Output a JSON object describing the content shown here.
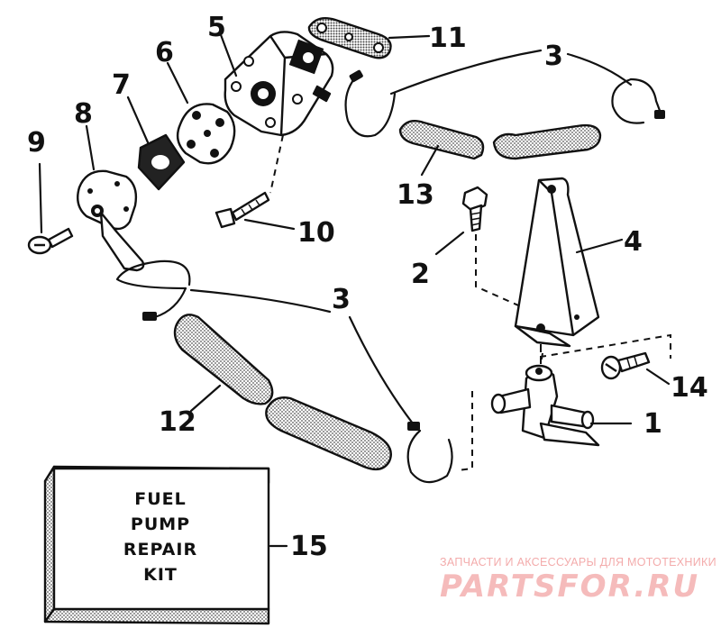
{
  "callouts": {
    "p1": "1",
    "p2": "2",
    "p3a": "3",
    "p3b": "3",
    "p4": "4",
    "p5": "5",
    "p6": "6",
    "p7": "7",
    "p8": "8",
    "p9": "9",
    "p10": "10",
    "p11": "11",
    "p12": "12",
    "p13": "13",
    "p14": "14",
    "p15": "15"
  },
  "kit_label": [
    "FUEL",
    "PUMP",
    "REPAIR",
    "KIT"
  ],
  "watermark": {
    "tagline": "ЗАПЧАСТИ И АКСЕССУАРЫ ДЛЯ МОТОТЕХНИКИ",
    "logo": "PARTSFOR.RU"
  },
  "colors": {
    "ink": "#111111",
    "watermark": "#f2a3a3"
  }
}
